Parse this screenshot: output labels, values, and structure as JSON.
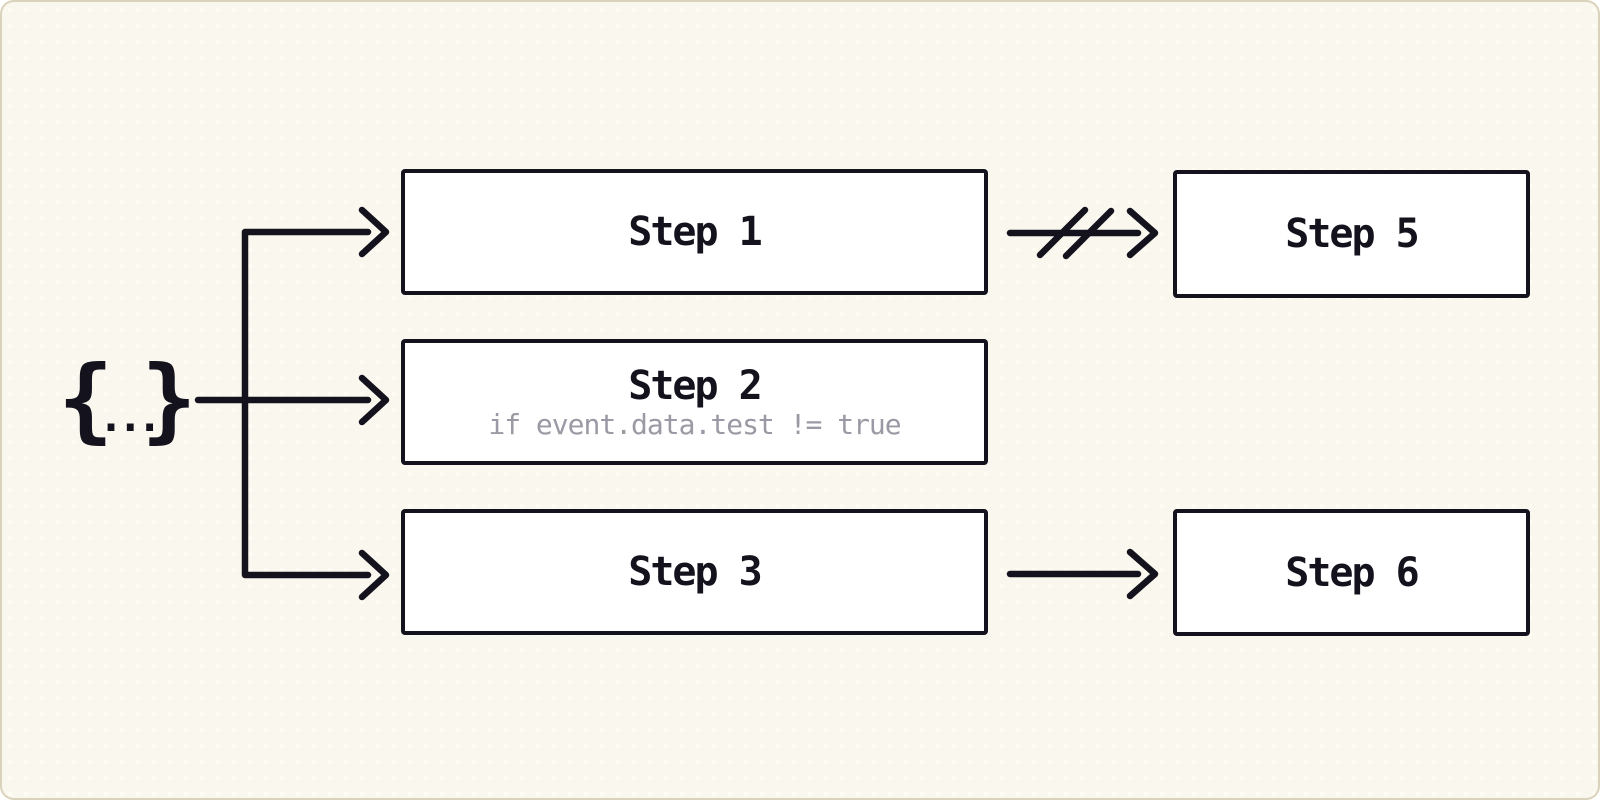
{
  "diagram": {
    "description": "Workflow fan-out diagram: event payload triggers three parallel steps; Step 1 to Step 5 path is blocked, Step 3 continues to Step 6",
    "source": {
      "icon": "braces-payload-icon",
      "brace_left": "{",
      "dots": "...",
      "brace_right": "}"
    },
    "steps": [
      {
        "id": "step-1",
        "label": "Step 1",
        "condition": ""
      },
      {
        "id": "step-2",
        "label": "Step 2",
        "condition": "if event.data.test != true"
      },
      {
        "id": "step-3",
        "label": "Step 3",
        "condition": ""
      },
      {
        "id": "step-5",
        "label": "Step 5",
        "condition": ""
      },
      {
        "id": "step-6",
        "label": "Step 6",
        "condition": ""
      }
    ],
    "connectors": [
      {
        "name": "fanout-arrows",
        "from": "payload",
        "to": [
          "Step 1",
          "Step 2",
          "Step 3"
        ],
        "style": "arrow"
      },
      {
        "name": "blocked-arrow",
        "from": "Step 1",
        "to": "Step 5",
        "style": "arrow-with-double-slash"
      },
      {
        "name": "continue-arrow",
        "from": "Step 3",
        "to": "Step 6",
        "style": "arrow"
      }
    ]
  },
  "colors": {
    "canvas_bg": "#faf7ee",
    "canvas_border": "#d9d3bc",
    "ink": "#14131d",
    "box_bg": "#ffffff",
    "condition_text": "#9b9aa4"
  }
}
